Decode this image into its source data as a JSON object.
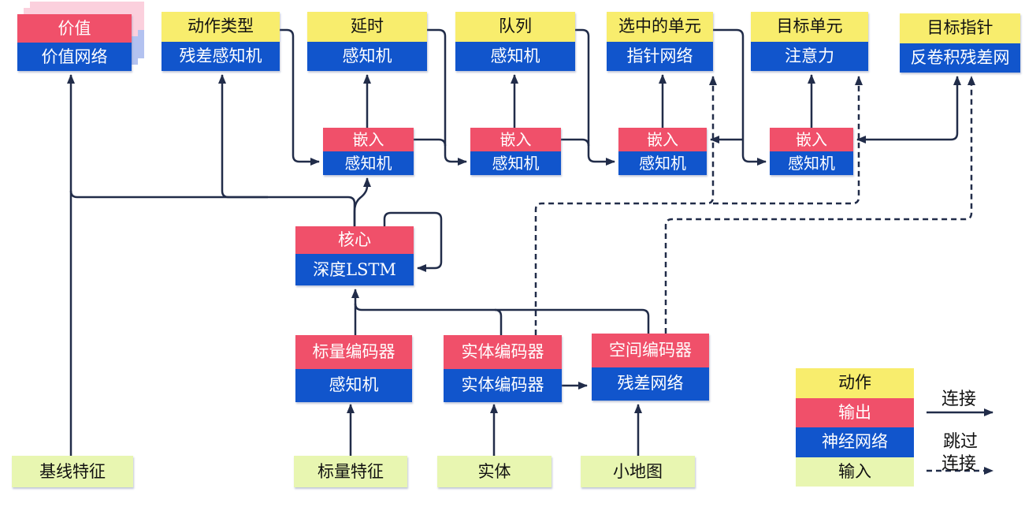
{
  "nodes": {
    "value": {
      "action": "价值",
      "network": "价值网络"
    },
    "action_type": {
      "action": "动作类型",
      "network": "残差感知机"
    },
    "delay": {
      "action": "延时",
      "network": "感知机"
    },
    "queue": {
      "action": "队列",
      "network": "感知机"
    },
    "selected_units": {
      "action": "选中的单元",
      "network": "指针网络"
    },
    "target_unit": {
      "action": "目标单元",
      "network": "注意力"
    },
    "target_pointer": {
      "action": "目标指针",
      "network": "反卷积残差网"
    },
    "embed1": {
      "output": "嵌入",
      "network": "感知机"
    },
    "embed2": {
      "output": "嵌入",
      "network": "感知机"
    },
    "embed3": {
      "output": "嵌入",
      "network": "感知机"
    },
    "embed4": {
      "output": "嵌入",
      "network": "感知机"
    },
    "core": {
      "output": "核心",
      "network": "深度LSTM"
    },
    "scalar_encoder": {
      "output": "标量编码器",
      "network": "感知机"
    },
    "entity_encoder": {
      "output": "实体编码器",
      "network": "实体编码器"
    },
    "spatial_encoder": {
      "output": "空间编码器",
      "network": "残差网络"
    },
    "baseline_features": {
      "input": "基线特征"
    },
    "scalar_features": {
      "input": "标量特征"
    },
    "entities": {
      "input": "实体"
    },
    "minimap": {
      "input": "小地图"
    }
  },
  "legend": {
    "action": "动作",
    "output": "输出",
    "network": "神经网络",
    "input": "输入",
    "connection": "连接",
    "skip_line1": "跳过",
    "skip_line2": "连接"
  },
  "colors": {
    "action_yellow": "#f8ed6d",
    "output_red": "#f0506a",
    "network_blue": "#1155cc",
    "input_green": "#e8f6b1",
    "edge_navy": "#212c49",
    "stack_pink": "#fbd0dd",
    "stack_lavender": "#b3c2f0"
  },
  "edges": [
    {
      "from": "baseline_features",
      "to": "value",
      "style": "solid"
    },
    {
      "from": "core",
      "to": "value",
      "style": "solid"
    },
    {
      "from": "core",
      "to": "action_type",
      "style": "solid"
    },
    {
      "from": "core",
      "to": "embed1",
      "style": "solid"
    },
    {
      "from": "core",
      "to": "core",
      "style": "solid"
    },
    {
      "from": "action_type",
      "to": "embed1",
      "style": "solid"
    },
    {
      "from": "embed1",
      "to": "delay",
      "style": "solid"
    },
    {
      "from": "delay",
      "to": "embed2",
      "style": "solid"
    },
    {
      "from": "embed2",
      "to": "queue",
      "style": "solid"
    },
    {
      "from": "queue",
      "to": "embed3",
      "style": "solid"
    },
    {
      "from": "embed3",
      "to": "selected_units",
      "style": "solid"
    },
    {
      "from": "selected_units",
      "to": "embed3",
      "style": "solid"
    },
    {
      "from": "selected_units",
      "to": "embed4",
      "style": "solid"
    },
    {
      "from": "embed4",
      "to": "target_unit",
      "style": "solid"
    },
    {
      "from": "embed4",
      "to": "target_pointer",
      "style": "solid"
    },
    {
      "from": "scalar_encoder",
      "to": "core",
      "style": "solid"
    },
    {
      "from": "entity_encoder",
      "to": "core",
      "style": "solid"
    },
    {
      "from": "spatial_encoder",
      "to": "core",
      "style": "solid"
    },
    {
      "from": "entity_encoder",
      "to": "spatial_encoder",
      "style": "solid"
    },
    {
      "from": "scalar_features",
      "to": "scalar_encoder",
      "style": "solid"
    },
    {
      "from": "entities",
      "to": "entity_encoder",
      "style": "solid"
    },
    {
      "from": "minimap",
      "to": "spatial_encoder",
      "style": "solid"
    },
    {
      "from": "entity_encoder",
      "to": "selected_units",
      "style": "dashed"
    },
    {
      "from": "entity_encoder",
      "to": "target_unit",
      "style": "dashed"
    },
    {
      "from": "spatial_encoder",
      "to": "target_pointer",
      "style": "dashed"
    }
  ]
}
